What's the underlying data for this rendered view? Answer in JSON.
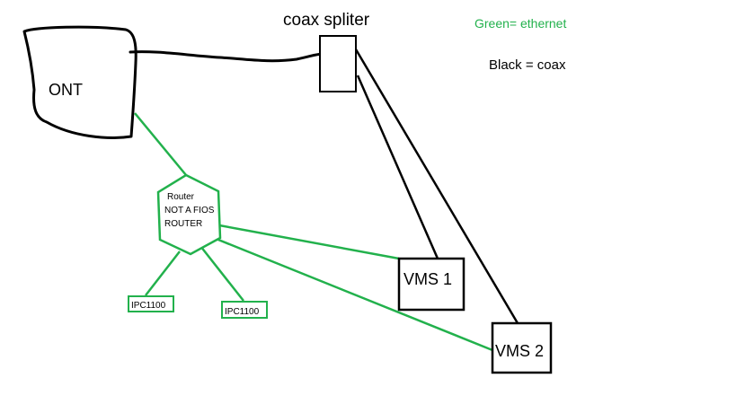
{
  "title": "coax spliter",
  "legend": {
    "ethernet": "Green= ethernet",
    "coax": "Black = coax"
  },
  "nodes": {
    "ont": "ONT",
    "router_line1": "Router",
    "router_line2": "NOT A FIOS",
    "router_line3": "ROUTER",
    "ipc1": "IPC1100",
    "ipc2": "IPC1100",
    "vms1": "VMS 1",
    "vms2": "VMS 2"
  },
  "colors": {
    "ethernet": "#22b14c",
    "coax": "#000000"
  }
}
